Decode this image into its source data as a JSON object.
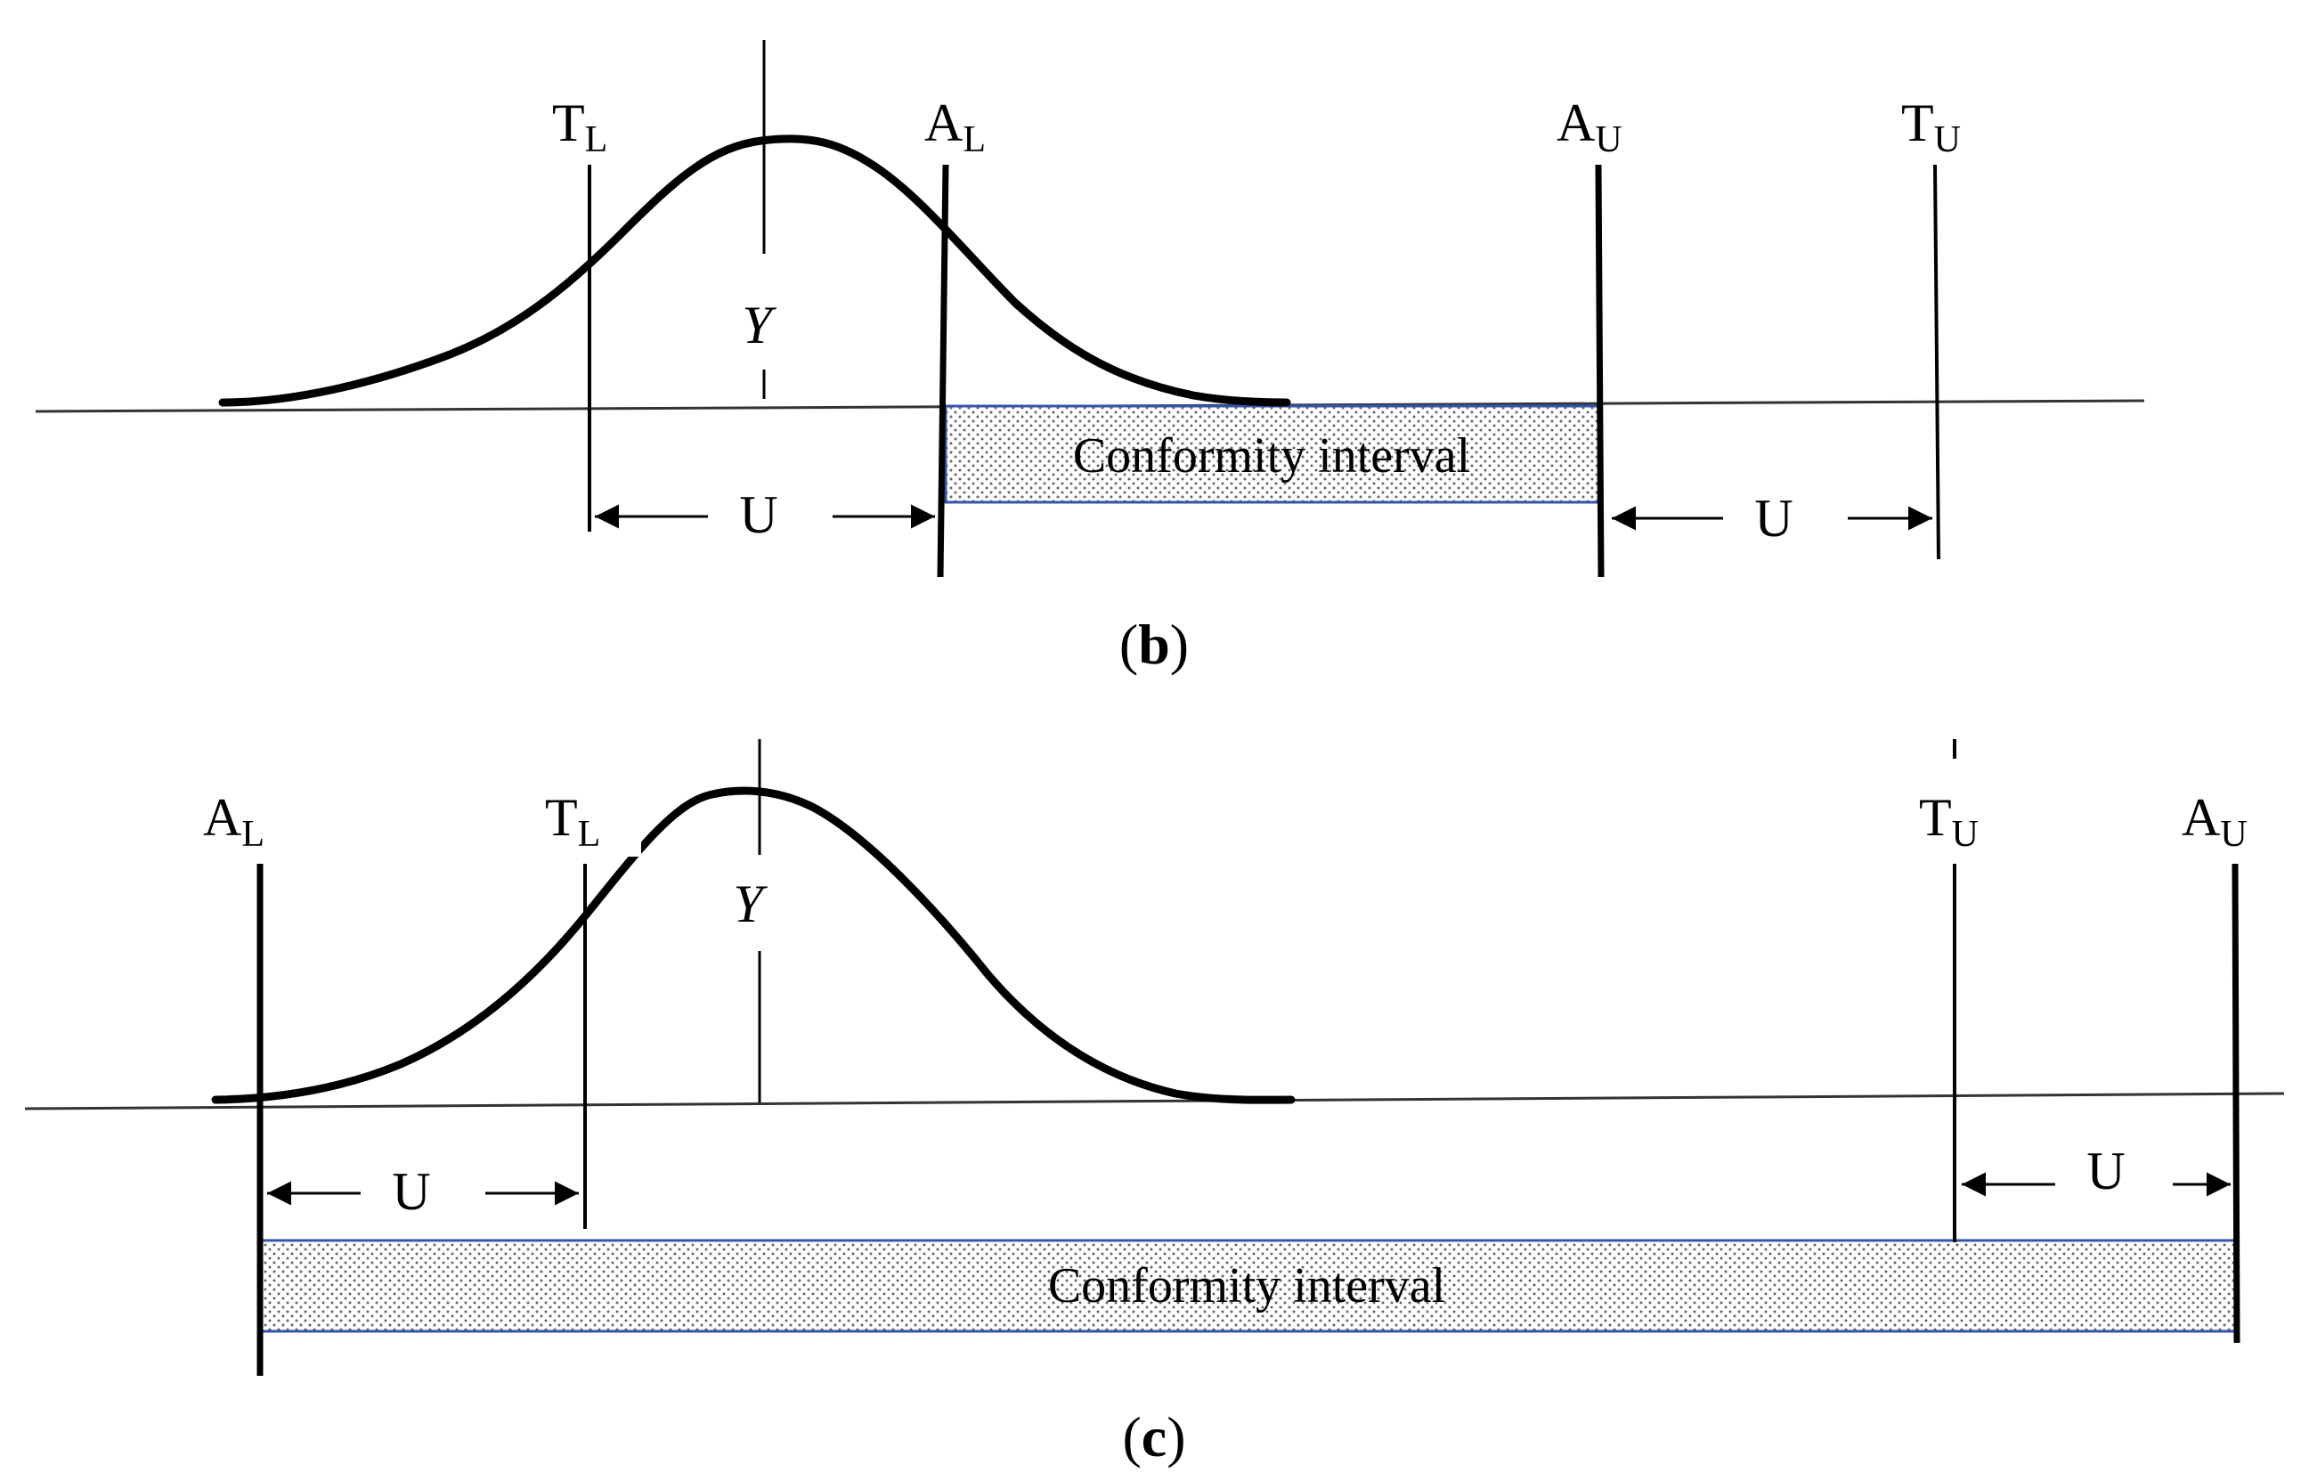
{
  "panels": [
    {
      "id": "b",
      "caption": {
        "open": "(",
        "letter": "b",
        "close": ")"
      },
      "limits": {
        "TL": {
          "base": "T",
          "sub": "L"
        },
        "AL": {
          "base": "A",
          "sub": "L"
        },
        "AU": {
          "base": "A",
          "sub": "U"
        },
        "TU": {
          "base": "T",
          "sub": "U"
        }
      },
      "mean_symbol": "Y",
      "uncertainty_left": "U",
      "uncertainty_right": "U",
      "interval_label": "Conformity interval"
    },
    {
      "id": "c",
      "caption": {
        "open": "(",
        "letter": "c",
        "close": ")"
      },
      "limits": {
        "AL": {
          "base": "A",
          "sub": "L"
        },
        "TL": {
          "base": "T",
          "sub": "L"
        },
        "TU": {
          "base": "T",
          "sub": "U"
        },
        "AU": {
          "base": "A",
          "sub": "U"
        }
      },
      "mean_symbol": "Y",
      "uncertainty_left": "U",
      "uncertainty_right": "U",
      "interval_label": "Conformity interval"
    }
  ],
  "colors": {
    "line": "#000000",
    "axis": "#333333",
    "interval_border": "#3355aa",
    "interval_dot": "#555555"
  }
}
